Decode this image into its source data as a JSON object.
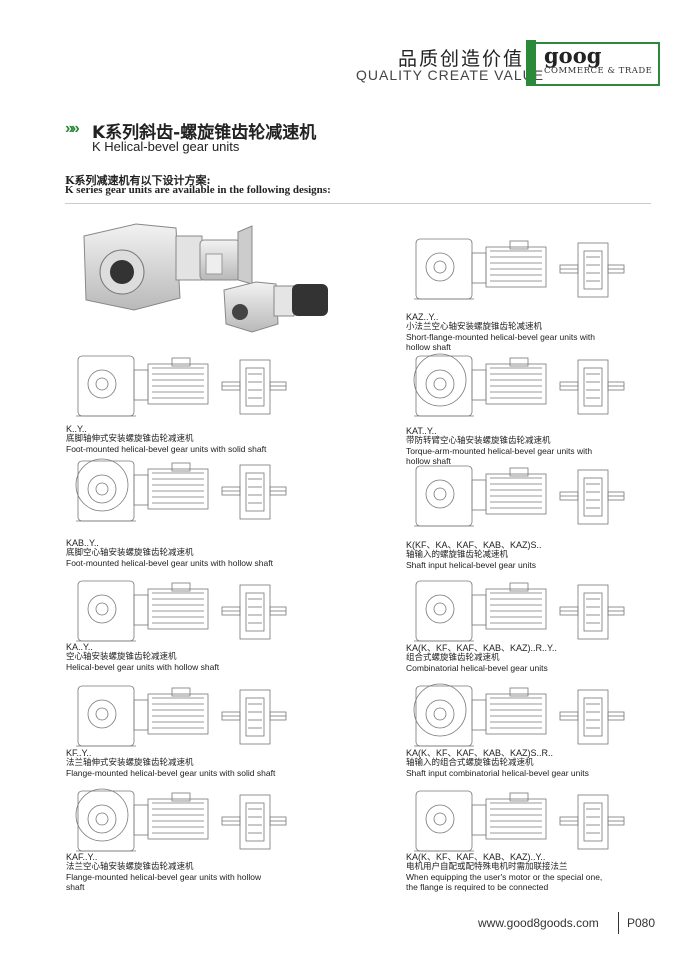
{
  "header": {
    "slogan_cn": "品质创造价值",
    "slogan_en": "QUALITY CREATE VALUE",
    "logo_text": "goog",
    "logo_sub": "COMMERCE & TRADE",
    "brand_color": "#2a8a3a"
  },
  "section": {
    "arrow_icon": "»»",
    "title_cn": "K系列斜齿-螺旋锥齿轮减速机",
    "title_en": "K Helical-bevel gear units",
    "intro_cn": "K系列减速机有以下设计方案:",
    "intro_en": "K series gear units are available in the following designs:"
  },
  "left_items": [
    {
      "code": "K..Y..",
      "cn": "底脚轴伸式安装螺旋锥齿轮减速机",
      "en": "Foot-mounted helical-bevel gear units with solid shaft"
    },
    {
      "code": "KAB..Y..",
      "cn": "底脚空心轴安装螺旋锥齿轮减速机",
      "en": "Foot-mounted helical-bevel gear units with hollow shaft"
    },
    {
      "code": "KA..Y..",
      "cn": "空心轴安装螺旋锥齿轮减速机",
      "en": "Helical-bevel gear units with hollow shaft"
    },
    {
      "code": "KF..Y..",
      "cn": "法兰轴伸式安装螺旋锥齿轮减速机",
      "en": "Flange-mounted helical-bevel gear units with solid shaft"
    },
    {
      "code": "KAF..Y..",
      "cn": "法兰空心轴安装螺旋锥齿轮减速机",
      "en": "Flange-mounted helical-bevel gear units with hollow",
      "en2": "shaft"
    }
  ],
  "right_items": [
    {
      "code": "KAZ..Y..",
      "cn": "小法兰空心轴安装螺旋锥齿轮减速机",
      "en": "Short-flange-mounted helical-bevel gear units with",
      "en2": "hollow shaft"
    },
    {
      "code": "KAT..Y..",
      "cn": "带防转臂空心轴安装螺旋锥齿轮减速机",
      "en": "Torque-arm-mounted helical-bevel gear units with",
      "en2": "hollow shaft"
    },
    {
      "code": "K(KF、KA、KAF、KAB、KAZ)S..",
      "cn": "轴输入的螺旋锥齿轮减速机",
      "en": "Shaft input helical-bevel gear units"
    },
    {
      "code": "KA(K、KF、KAF、KAB、KAZ)..R..Y..",
      "cn": "组合式螺旋锥齿轮减速机",
      "en": "Combinatorial helical-bevel gear units"
    },
    {
      "code": "KA(K、KF、KAF、KAB、KAZ)S..R..",
      "cn": "轴输入的组合式螺旋锥齿轮减速机",
      "en": "Shaft input combinatorial helical-bevel gear units"
    },
    {
      "code": "KA(K、KF、KAF、KAB、KAZ)..Y..",
      "cn": "电机用户自配或配特殊电机时需加联接法兰",
      "en": "When equipping the user's motor or the special one,",
      "en2": "the flange is required to be connected"
    }
  ],
  "footer": {
    "url": "www.good8goods.com",
    "page": "P080"
  }
}
